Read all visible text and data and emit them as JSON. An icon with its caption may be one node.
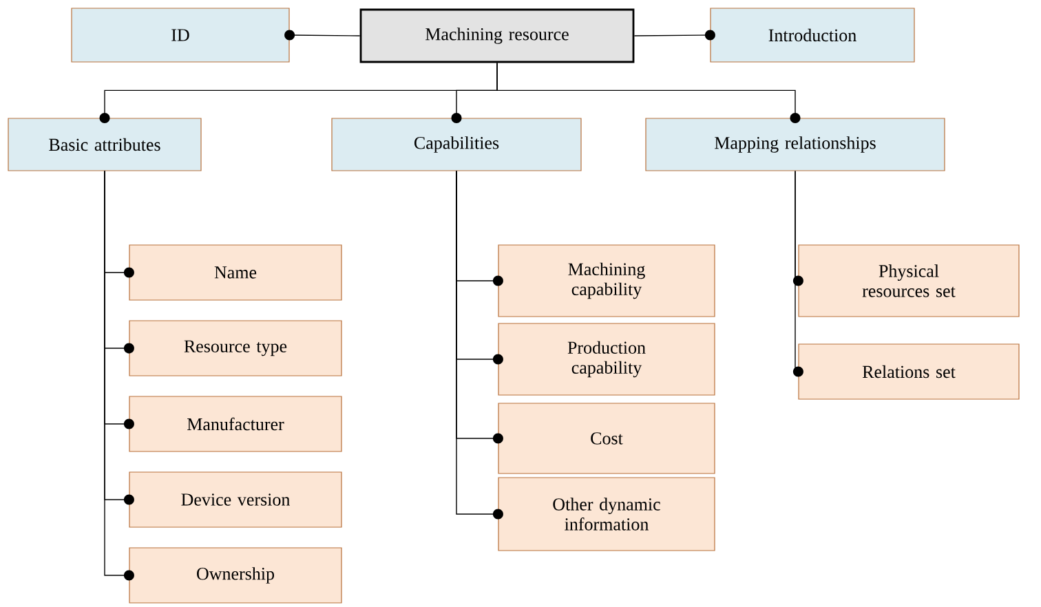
{
  "diagram": {
    "nodes": [
      {
        "text": [
          "Machining resource"
        ]
      },
      {
        "text": [
          "ID"
        ]
      },
      {
        "text": [
          "Introduction"
        ]
      },
      {
        "text": [
          "Basic attributes"
        ]
      },
      {
        "text": [
          "Capabilities"
        ]
      },
      {
        "text": [
          "Mapping relationships"
        ]
      },
      {
        "text": [
          "Name"
        ]
      },
      {
        "text": [
          "Resource type"
        ]
      },
      {
        "text": [
          "Manufacturer"
        ]
      },
      {
        "text": [
          "Device version"
        ]
      },
      {
        "text": [
          "Ownership"
        ]
      },
      {
        "text": [
          "Machining capability"
        ]
      },
      {
        "text": [
          "Production capability"
        ]
      },
      {
        "text": [
          "Cost"
        ]
      },
      {
        "text": [
          "Other dynamic information"
        ]
      },
      {
        "text": [
          "Physical resources set"
        ]
      },
      {
        "text": [
          "Relations set"
        ]
      }
    ],
    "edges": [
      {
        "from": 0,
        "to": 1,
        "arrow": "other"
      },
      {
        "from": 0,
        "to": 2,
        "arrow": "other"
      },
      {
        "from": 0,
        "to": 3,
        "arrow": "other"
      },
      {
        "from": 0,
        "to": 4,
        "arrow": "other"
      },
      {
        "from": 0,
        "to": 5,
        "arrow": "other"
      },
      {
        "from": 3,
        "to": 6,
        "arrow": "other"
      },
      {
        "from": 3,
        "to": 7,
        "arrow": "other"
      },
      {
        "from": 3,
        "to": 8,
        "arrow": "other"
      },
      {
        "from": 3,
        "to": 9,
        "arrow": "other"
      },
      {
        "from": 3,
        "to": 10,
        "arrow": "other"
      },
      {
        "from": 4,
        "to": 11,
        "arrow": "other"
      },
      {
        "from": 4,
        "to": 12,
        "arrow": "other"
      },
      {
        "from": 4,
        "to": 13,
        "arrow": "other"
      },
      {
        "from": 4,
        "to": 14,
        "arrow": "other"
      },
      {
        "from": 5,
        "to": 15,
        "arrow": "other"
      },
      {
        "from": 5,
        "to": 16,
        "arrow": "other"
      }
    ]
  }
}
